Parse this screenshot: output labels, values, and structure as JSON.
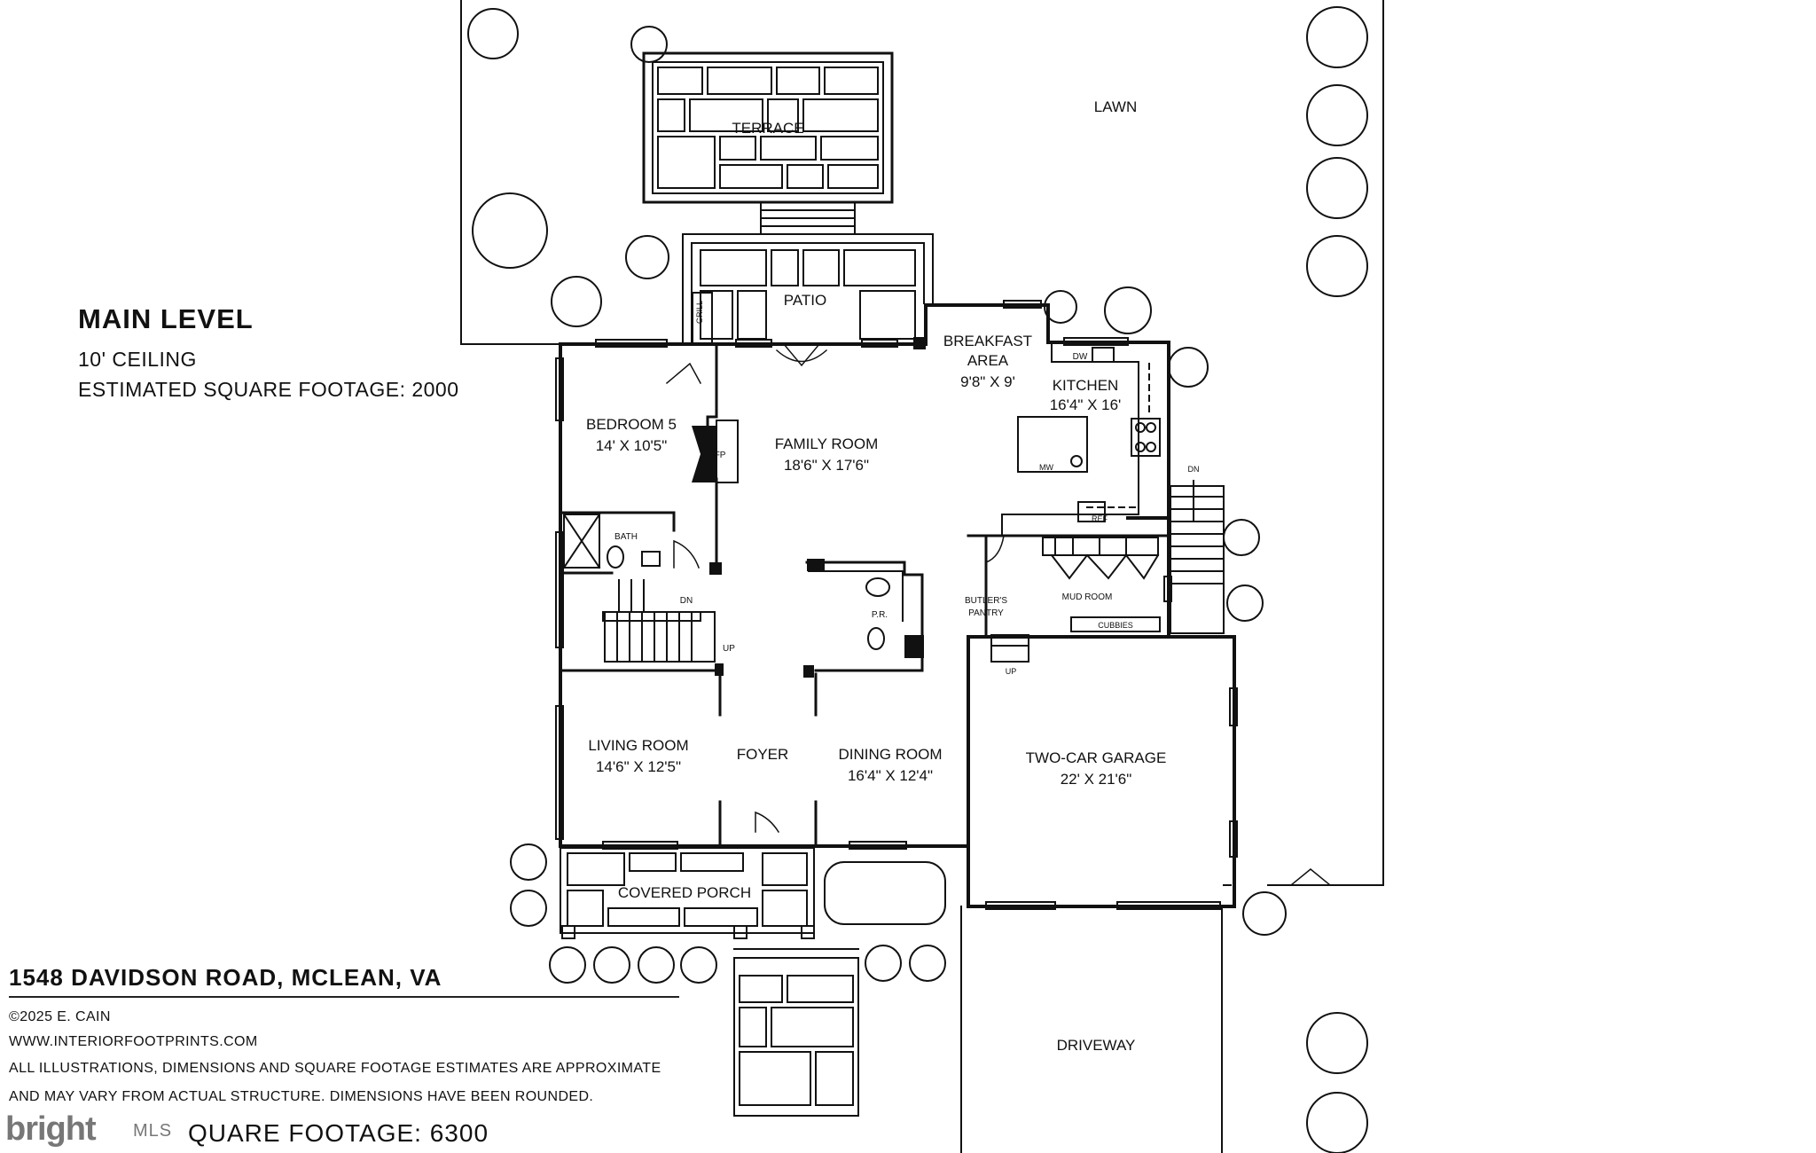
{
  "header": {
    "title": "MAIN LEVEL",
    "ceiling": "10' CEILING",
    "sqft": "ESTIMATED SQUARE FOOTAGE: 2000"
  },
  "rooms": {
    "lawn": "LAWN",
    "terrace": "TERRACE",
    "patio": "PATIO",
    "grill": "GRILL",
    "breakfast_name": "BREAKFAST",
    "breakfast_name2": "AREA",
    "breakfast_dim": "9'8\" X 9'",
    "kitchen_name": "KITCHEN",
    "kitchen_dim": "16'4\" X 16'",
    "family_name": "FAMILY ROOM",
    "family_dim": "18'6\" X 17'6\"",
    "bedroom_name": "BEDROOM 5",
    "bedroom_dim": "14' X 10'5\"",
    "bath": "BATH",
    "fp": "FP",
    "dw": "DW",
    "mw": "MW",
    "ref": "REF",
    "pr": "P.R.",
    "butler1": "BUTLER'S",
    "butler2": "PANTRY",
    "mudroom": "MUD ROOM",
    "cubbies": "CUBBIES",
    "dn_stair": "DN",
    "dn_main": "DN",
    "up_main": "UP",
    "up_garage": "UP",
    "living_name": "LIVING ROOM",
    "living_dim": "14'6\" X 12'5\"",
    "foyer": "FOYER",
    "dining_name": "DINING ROOM",
    "dining_dim": "16'4\" X 12'4\"",
    "garage_name": "TWO-CAR GARAGE",
    "garage_dim": "22' X 21'6\"",
    "porch": "COVERED PORCH",
    "driveway": "DRIVEWAY"
  },
  "footer": {
    "address": "1548 DAVIDSON ROAD, MCLEAN, VA",
    "copyright": "©2025 E. CAIN",
    "website": "WWW.INTERIORFOOTPRINTS.COM",
    "disclaimer1": "ALL ILLUSTRATIONS, DIMENSIONS AND SQUARE FOOTAGE ESTIMATES ARE APPROXIMATE",
    "disclaimer2": "AND MAY VARY FROM ACTUAL STRUCTURE. DIMENSIONS HAVE BEEN ROUNDED.",
    "total_sqft": "QUARE FOOTAGE:  6300"
  },
  "logo": {
    "brand": "bright",
    "suffix": "MLS"
  }
}
